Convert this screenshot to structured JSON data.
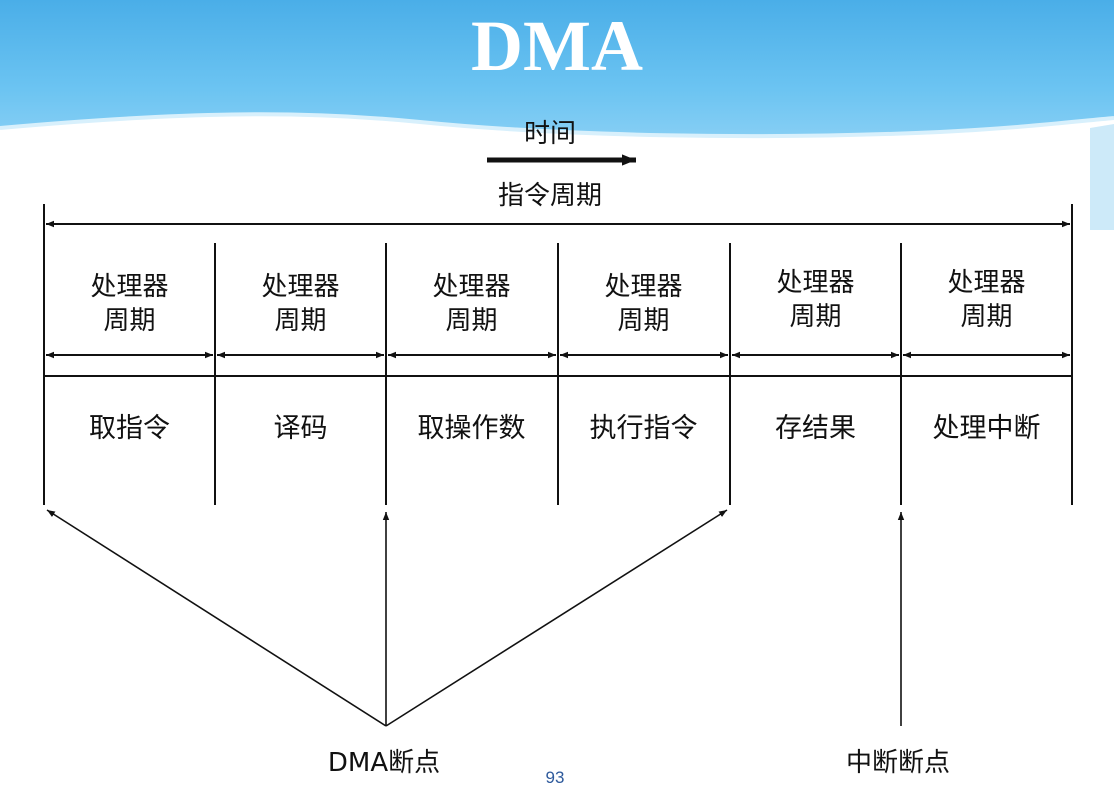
{
  "slide": {
    "title": "DMA",
    "page_number": "93",
    "colors": {
      "header": "#4aaee8",
      "title_text": "#ffffff",
      "page_number": "#2e5a9c",
      "lines": "#111111"
    }
  },
  "diagram": {
    "time_label": "时间",
    "instruction_cycle_label": "指令周期",
    "processor_cycles": [
      {
        "line1": "处理器",
        "line2": "周期"
      },
      {
        "line1": "处理器",
        "line2": "周期"
      },
      {
        "line1": "处理器",
        "line2": "周期"
      },
      {
        "line1": "处理器",
        "line2": "周期"
      },
      {
        "line1": "处理器",
        "line2": "周期"
      },
      {
        "line1": "处理器",
        "line2": "周期"
      }
    ],
    "phases": [
      "取指令",
      "译码",
      "取操作数",
      "执行指令",
      "存结果",
      "处理中断"
    ],
    "dma_breakpoint_label": "DMA断点",
    "interrupt_breakpoint_label": "中断断点"
  }
}
